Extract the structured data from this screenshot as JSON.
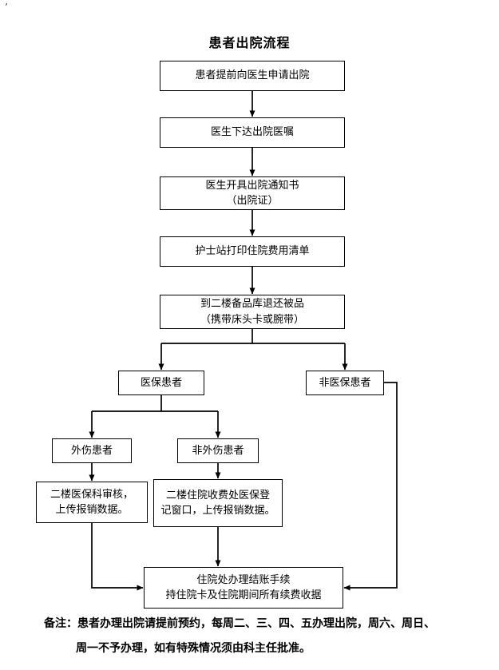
{
  "page": {
    "title": "患者出院流程",
    "stray_mark": "’",
    "note": {
      "line1": "备注：患者办理出院请提前预约，每周二、三、四、五办理出院，周六、周日、",
      "line2": "周一不予办理，如有特殊情况须由科主任批准。"
    }
  },
  "nodes": {
    "apply": "患者提前向医生申请出院",
    "order": "医生下达出院医嘱",
    "notice": "医生开具出院通知书\n（出院证）",
    "print_bill": "护士站打印住院费用清单",
    "return_bedding": "到二楼备品库退还被品\n（携带床头卡或腕带）",
    "insured": "医保患者",
    "uninsured": "非医保患者",
    "trauma": "外伤患者",
    "non_trauma": "非外伤患者",
    "insurance_audit": "二楼医保科审核，\n上传报销数据。",
    "insurance_window": "二楼住院收费处医保登\n记窗口，上传报销数据。",
    "checkout": "住院处办理结账手续\n持住院卡及住院期间所有续费收据"
  }
}
